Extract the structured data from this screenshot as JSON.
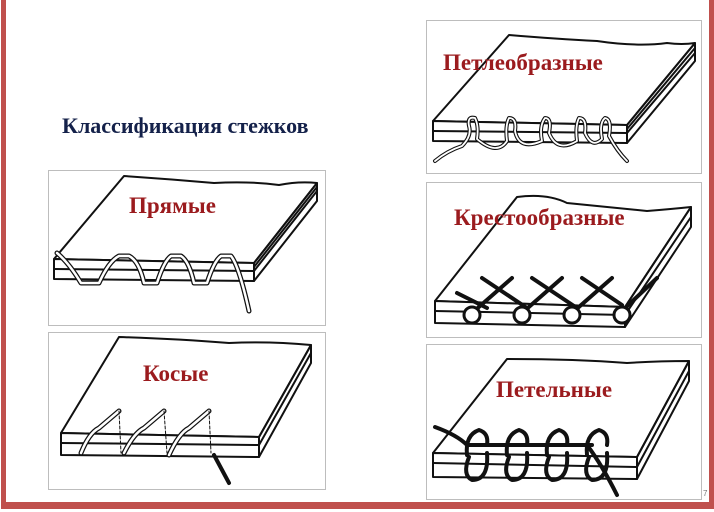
{
  "slide": {
    "title": "Классификация стежков",
    "page_number": "7",
    "accent_color": "#c0504d",
    "title_color": "#14214a",
    "label_color": "#9b1b1e"
  },
  "stitch_types": [
    {
      "id": "straight",
      "label": "Прямые",
      "illustration": "straight-stitch-illustration"
    },
    {
      "id": "slanted",
      "label": "Косые",
      "illustration": "slanted-stitch-illustration"
    },
    {
      "id": "loop",
      "label": "Петлеобразные",
      "illustration": "loop-stitch-illustration"
    },
    {
      "id": "cross",
      "label": "Крестообразные",
      "illustration": "cross-stitch-illustration"
    },
    {
      "id": "buttonhole",
      "label": "Петельные",
      "illustration": "buttonhole-stitch-illustration"
    }
  ]
}
